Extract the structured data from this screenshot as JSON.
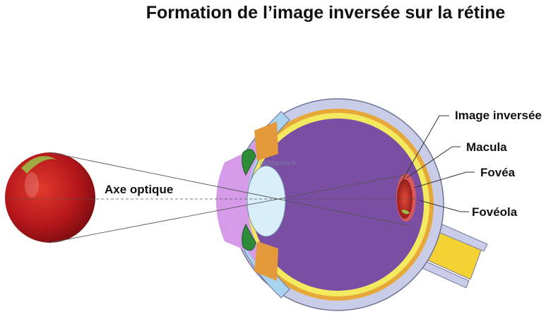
{
  "title": "Formation de l’image inversée sur la rétine",
  "labels": {
    "optical_axis": "Axe optique",
    "inverted_image": "Image inversée",
    "macula": "Macula",
    "fovea": "Fovéa",
    "foveola": "Fovéola"
  },
  "watermark": "ophtanow.fr",
  "colors": {
    "sclera": "#c9cde8",
    "choroid": "#e7a83a",
    "retina": "#f4ea60",
    "vitreous": "#7a4ea2",
    "cornea": "#a9d4ef",
    "aqueous": "#d59be8",
    "lens": "#d8eef8",
    "iris": "#2e8c38",
    "optic_nerve": "#f3d232",
    "apple": "#c21a1a"
  }
}
